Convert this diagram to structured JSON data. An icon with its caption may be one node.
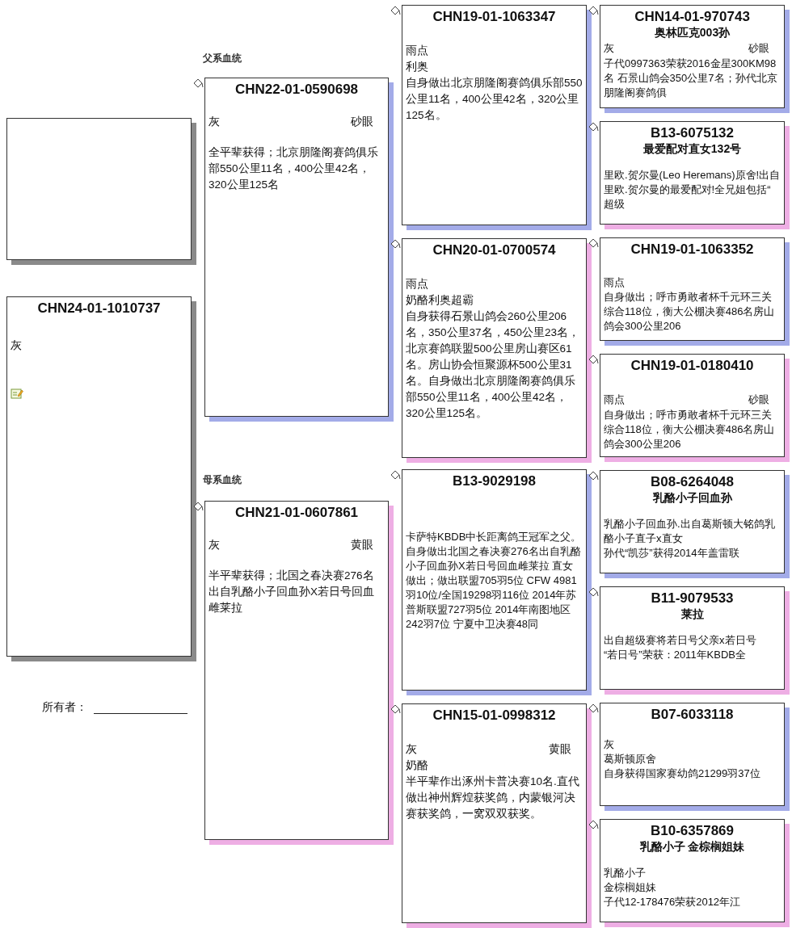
{
  "diagram": {
    "nodes": [
      {
        "text": [],
        "shape": "box"
      },
      {
        "text": [
          "CHN24-01-1010737",
          "灰"
        ]
      },
      {
        "text": [
          "CHN22-01-0590698",
          "灰",
          "砂眼",
          "全平辈获得；北京朋隆阁赛鸽俱乐部550公里11名，400公里42名，320公里125名"
        ]
      },
      {
        "text": [
          "CHN21-01-0607861",
          "灰",
          "黄眼",
          "半平辈获得；北国之春决赛276名出自乳酪小子回血孙X若日号回血雌莱拉"
        ]
      },
      {
        "text": [
          "CHN19-01-1063347",
          "雨点",
          "利奥",
          "自身做出北京朋隆阁赛鸽俱乐部550公里11名，400公里42名，320公里125名。"
        ]
      },
      {
        "text": [
          "CHN20-01-0700574",
          "雨点",
          "奶酪利奥超霸",
          "自身获得石景山鸽会260公里206名，350公里37名，450公里23名，北京赛鸽联盟500公里房山赛区61名。房山协会恒聚源杯500公里31名。自身做出北京朋隆阁赛鸽俱乐部550公里11名，400公里42名，320公里125名。"
        ]
      },
      {
        "text": [
          "B13-9029198",
          "卡萨特KBDB中长距离鸽王冠军之父。",
          "自身做出北国之春决赛276名出自乳酪小子回血孙X若日号回血雌莱拉 直女做出；做出联盟705羽5位 CFW 4981羽10位/全国19298羽116位 2014年苏普斯联盟727羽5位 2014年南图地区242羽7位 宁夏中卫决赛48同"
        ]
      },
      {
        "text": [
          "CHN15-01-0998312",
          "灰",
          "黄眼",
          "奶酪",
          "半平辈作出涿州卡普决赛10名.直代做出神州辉煌获奖鸽，内蒙银河决赛获奖鸽，一窝双双获奖。"
        ]
      },
      {
        "text": [
          "CHN14-01-970743",
          "奥林匹克003孙",
          "灰",
          "砂眼",
          "子代0997363荣获2016金星300KM98名 石景山鸽会350公里7名；孙代北京朋隆阁赛鸽俱"
        ]
      },
      {
        "text": [
          "B13-6075132",
          "最爱配对直女132号",
          "里欧.贺尔曼(Leo Heremans)原舍!出自里欧.贺尔曼的最爱配对!全兄姐包括“ 超级"
        ]
      },
      {
        "text": [
          "CHN19-01-1063352",
          "雨点",
          "自身做出；呼市勇敢者杯千元环三关综合118位，衡大公棚决赛486名房山鸽会300公里206"
        ]
      },
      {
        "text": [
          "CHN19-01-0180410",
          "雨点",
          "砂眼",
          "自身做出；呼市勇敢者杯千元环三关综合118位，衡大公棚决赛486名房山鸽会300公里206"
        ]
      },
      {
        "text": [
          "B08-6264048",
          "乳酪小子回血孙",
          "乳酪小子回血孙.出自葛斯顿大铭鸽乳酪小子直子x直女",
          "孙代“凯莎”获得2014年盖雷联"
        ]
      },
      {
        "text": [
          "B11-9079533",
          "莱拉",
          "出自超级赛将若日号父亲x若日号",
          "“若日号”荣获：2011年KBDB全"
        ]
      },
      {
        "text": [
          "B07-6033118",
          "灰",
          "葛斯顿原舍",
          "自身获得国家赛幼鸽21299羽37位"
        ]
      },
      {
        "text": [
          "B10-6357869",
          "乳酪小子 金棕榈姐妹",
          "乳酪小子",
          "金棕榈姐妹",
          "子代12-178476荣获2012年江"
        ]
      }
    ],
    "labels": [
      "父系血统",
      "母系血统",
      "所有者："
    ]
  }
}
